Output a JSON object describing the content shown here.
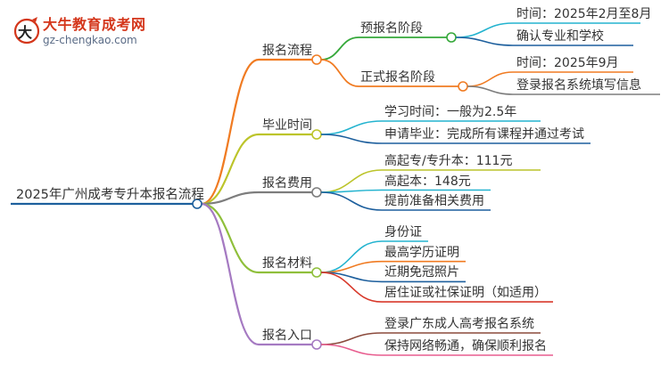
{
  "logo": {
    "site_name": "大牛教育成考网",
    "url": "gz-chengkao.com"
  },
  "mindmap": {
    "root": "2025年广州成考专升本报名流程",
    "branches": [
      {
        "label": "报名流程",
        "color": "#f07b22",
        "children": [
          {
            "label": "预报名阶段",
            "color": "#35a83a",
            "children": [
              {
                "label": "时间：2025年2月至8月",
                "color": "#23b3cf"
              },
              {
                "label": "确认专业和学校",
                "color": "#1d5f9d"
              }
            ]
          },
          {
            "label": "正式报名阶段",
            "color": "#f07b22",
            "children": [
              {
                "label": "时间：2025年9月",
                "color": "#f07b22"
              },
              {
                "label": "登录报名系统填写信息",
                "color": "#7d7d7d"
              }
            ]
          }
        ]
      },
      {
        "label": "毕业时间",
        "color": "#bcc42a",
        "children": [
          {
            "label": "学习时间：一般为2.5年",
            "color": "#23b3cf"
          },
          {
            "label": "申请毕业：完成所有课程并通过考试",
            "color": "#1d5f9d"
          }
        ]
      },
      {
        "label": "报名费用",
        "color": "#7d7d7d",
        "children": [
          {
            "label": "高起专/专升本：111元",
            "color": "#bcc42a"
          },
          {
            "label": "高起本：148元",
            "color": "#23b3cf"
          },
          {
            "label": "提前准备相关费用",
            "color": "#1d5f9d"
          }
        ]
      },
      {
        "label": "报名材料",
        "color": "#8fbf3b",
        "children": [
          {
            "label": "身份证",
            "color": "#23b3cf"
          },
          {
            "label": "最高学历证明",
            "color": "#f07b22"
          },
          {
            "label": "近期免冠照片",
            "color": "#1d5f9d"
          },
          {
            "label": "居住证或社保证明（如适用）",
            "color": "#d8392b"
          }
        ]
      },
      {
        "label": "报名入口",
        "color": "#a57ac2",
        "children": [
          {
            "label": "登录广东成人高考报名系统",
            "color": "#8b4a3c"
          },
          {
            "label": "保持网络畅通，确保顺利报名",
            "color": "#e85d8f"
          }
        ]
      }
    ]
  }
}
